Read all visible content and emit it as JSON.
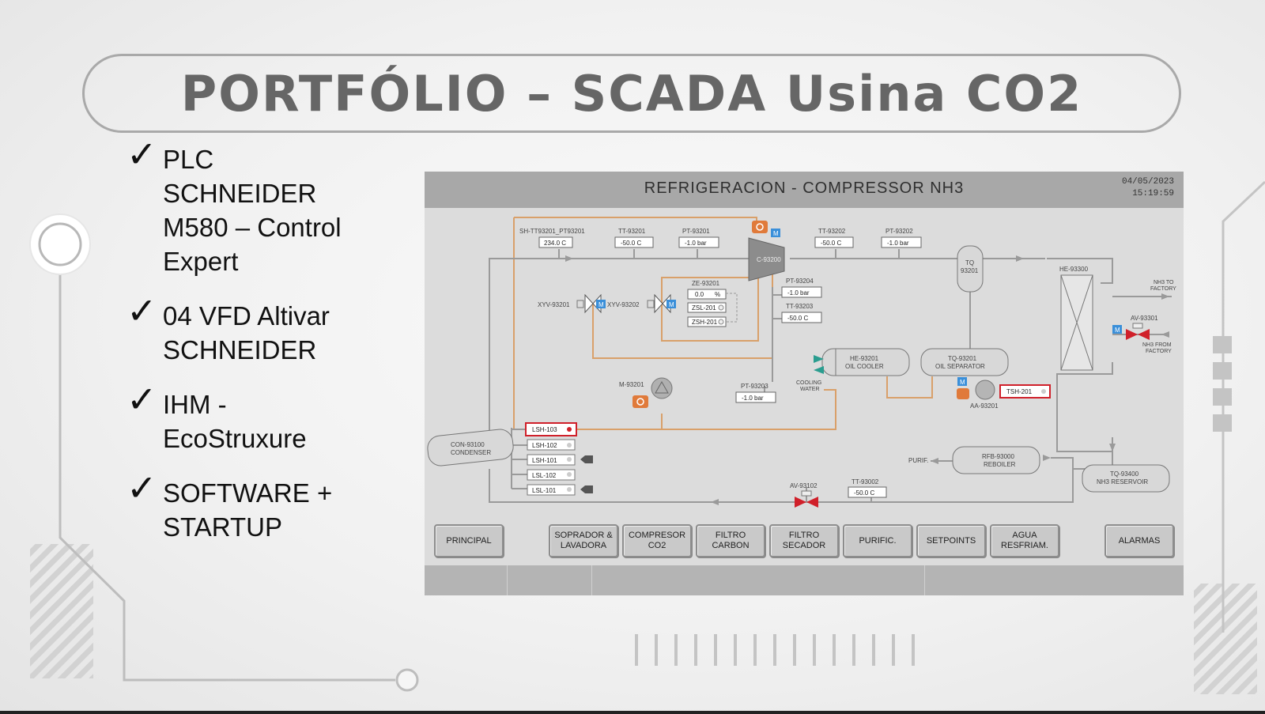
{
  "slide": {
    "title": "PORTFÓLIO – SCADA Usina CO2",
    "bullets": [
      {
        "text": "PLC\nSCHNEIDER\nM580 – Control\nExpert"
      },
      {
        "text": "04 VFD Altivar\nSCHNEIDER"
      },
      {
        "text": "IHM -\nEcoStruxure"
      },
      {
        "text": "SOFTWARE +\nSTARTUP"
      }
    ],
    "check_glyph": "✓"
  },
  "scada": {
    "title": "REFRIGERACION - COMPRESSOR NH3",
    "date": "04/05/2023",
    "time": "15:19:59",
    "tags": {
      "sh_tt_pt_93201": {
        "label": "SH-TT93201_PT93201",
        "value": "234.0 C"
      },
      "tt_93201": {
        "label": "TT-93201",
        "value": "-50.0 C"
      },
      "pt_93201": {
        "label": "PT-93201",
        "value": "-1.0 bar"
      },
      "tt_93202": {
        "label": "TT-93202",
        "value": "-50.0 C"
      },
      "pt_93202": {
        "label": "PT-93202",
        "value": "-1.0 bar"
      },
      "ze_93201": {
        "label": "ZE-93201",
        "value": "0.0",
        "unit": "%"
      },
      "pt_93204": {
        "label": "PT-93204",
        "value": "-1.0 bar"
      },
      "tt_93203": {
        "label": "TT-93203",
        "value": "-50.0 C"
      },
      "pt_93203": {
        "label": "PT-93203",
        "value": "-1.0 bar"
      },
      "tt_93002": {
        "label": "TT-93002",
        "value": "-50.0 C"
      }
    },
    "equipment": {
      "compressor": "C-93200",
      "xyv1": "XYV-93201",
      "xyv2": "XYV-93202",
      "zsl": "ZSL-201",
      "zsh": "ZSH-201",
      "tq93201_a": "TQ",
      "tq93201_b": "93201",
      "he93300": "HE-93300",
      "nh3_to_a": "NH3 TO",
      "nh3_to_b": "FACTORY",
      "av93301": "AV-93301",
      "nh3_from_a": "NH3 FROM",
      "nh3_from_b": "FACTORY",
      "he93201_a": "HE-93201",
      "he93201_b": "OIL COOLER",
      "sep_a": "TQ-93201",
      "sep_b": "OIL SEPARATOR",
      "cooling_a": "COOLING",
      "cooling_b": "WATER",
      "motor": "M-93201",
      "aa": "AA-93201",
      "tsh": "TSH-201",
      "cond_a": "CON-93100",
      "cond_b": "CONDENSER",
      "lsh103": "LSH-103",
      "lsh102": "LSH-102",
      "lsh101": "LSH-101",
      "lsl102": "LSL-102",
      "lsl101": "LSL-101",
      "purif": "PURIF.",
      "reb_a": "RFB-93000",
      "reb_b": "REBOILER",
      "res_a": "TQ-93400",
      "res_b": "NH3 RESERVOIR",
      "av93102": "AV-93102",
      "m_badge": "M"
    },
    "nav": [
      "PRINCIPAL",
      "SOPRADOR &\nLAVADORA",
      "COMPRESOR\nCO2",
      "FILTRO\nCARBON",
      "FILTRO\nSECADOR",
      "PURIFIC.",
      "SETPOINTS",
      "AGUA\nRESFRIAM.",
      "ALARMAS"
    ],
    "colors": {
      "oil_line": "#d9a06a",
      "process_line": "#9a9a9a",
      "alarm_red": "#d0202a",
      "motor_orange": "#e07a3a",
      "manual_blue": "#3a8fd9",
      "cooling_teal": "#2a9d8f"
    }
  }
}
